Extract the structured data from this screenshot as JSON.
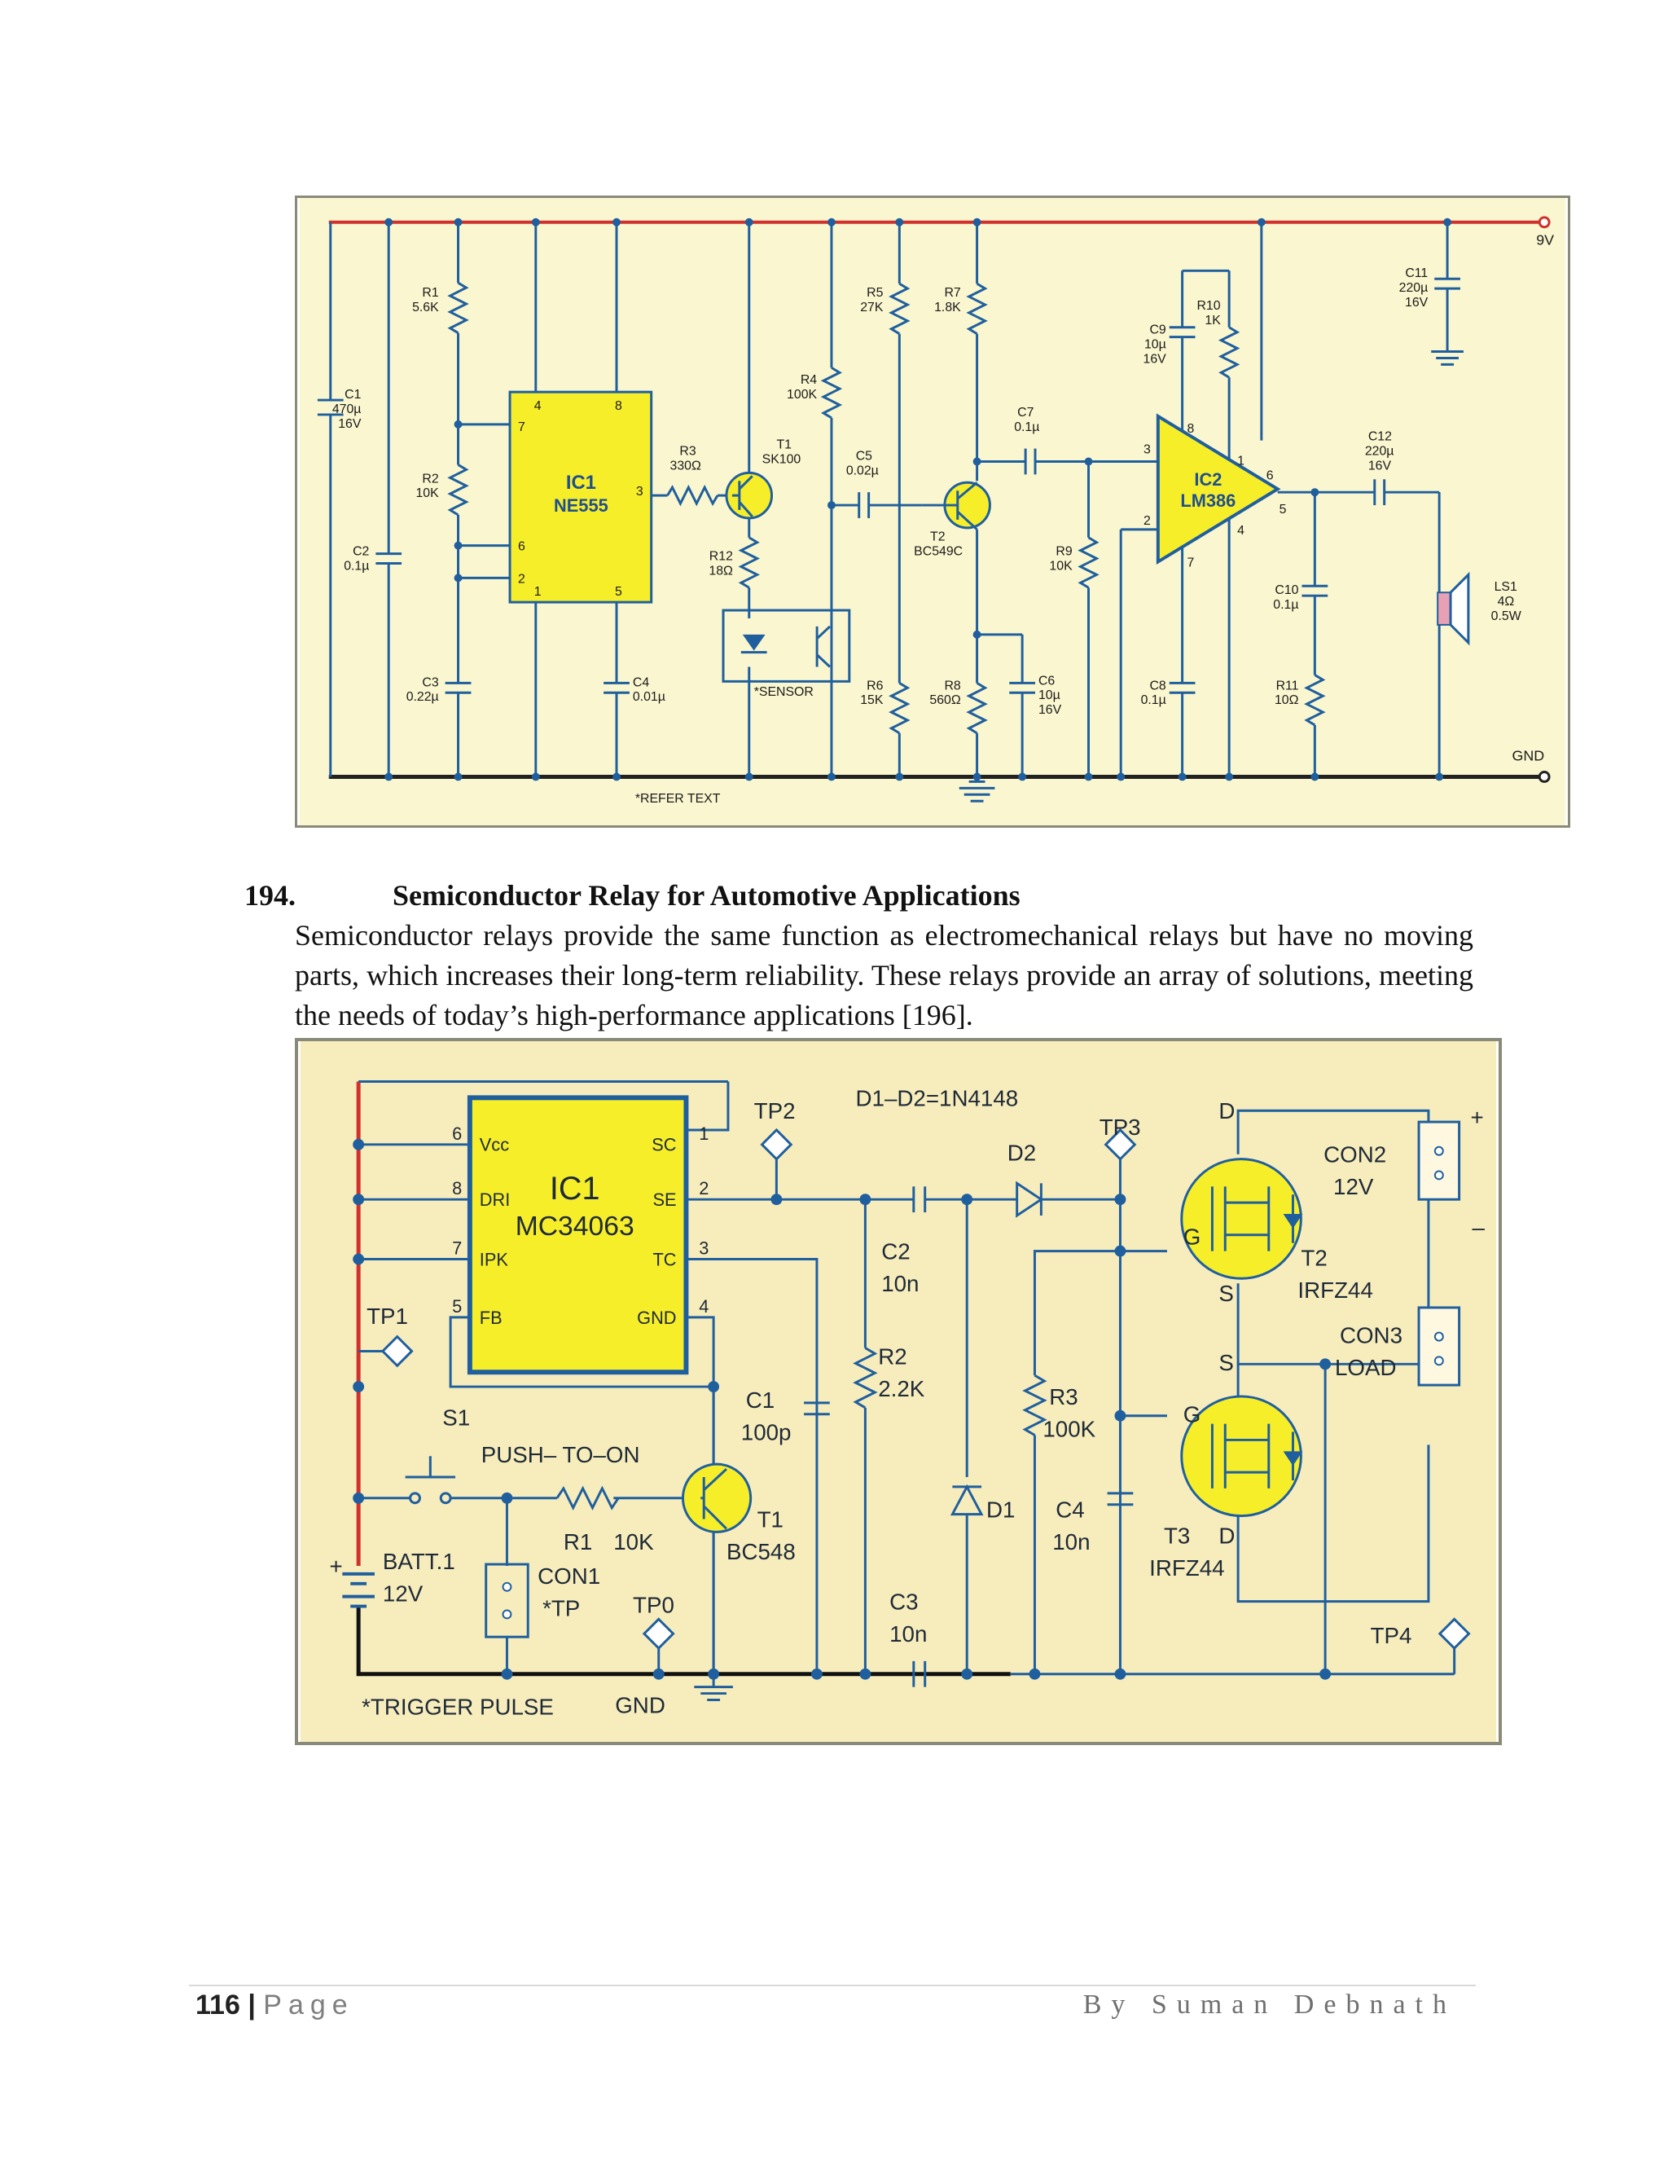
{
  "figure1": {
    "labels": {
      "supply": "9V",
      "ground": "GND",
      "ic1_name": "IC1",
      "ic1_part": "NE555",
      "ic2_name": "IC2",
      "ic2_part": "LM386",
      "c1": [
        "C1",
        "470µ",
        "16V"
      ],
      "c2": [
        "C2",
        "0.1µ"
      ],
      "c3": [
        "C3",
        "0.22µ"
      ],
      "c4": [
        "C4",
        "0.01µ"
      ],
      "c5": [
        "C5",
        "0.02µ"
      ],
      "c6": [
        "C6",
        "10µ",
        "16V"
      ],
      "c7": [
        "C7",
        "0.1µ"
      ],
      "c8": [
        "C8",
        "0.1µ"
      ],
      "c9": [
        "C9",
        "10µ",
        "16V"
      ],
      "c10": [
        "C10",
        "0.1µ"
      ],
      "c11": [
        "C11",
        "220µ",
        "16V"
      ],
      "c12": [
        "C12",
        "220µ",
        "16V"
      ],
      "r1": [
        "R1",
        "5.6K"
      ],
      "r2": [
        "R2",
        "10K"
      ],
      "r3": [
        "R3",
        "330Ω"
      ],
      "r4": [
        "R4",
        "100K"
      ],
      "r5": [
        "R5",
        "27K"
      ],
      "r6": [
        "R6",
        "15K"
      ],
      "r7": [
        "R7",
        "1.8K"
      ],
      "r8": [
        "R8",
        "560Ω"
      ],
      "r9": [
        "R9",
        "10K"
      ],
      "r10": [
        "R10",
        "1K"
      ],
      "r11": [
        "R11",
        "10Ω"
      ],
      "r12": [
        "R12",
        "18Ω"
      ],
      "t1": [
        "T1",
        "SK100"
      ],
      "t2": [
        "T2",
        "BC549C"
      ],
      "ls1": [
        "LS1",
        "4Ω",
        "0.5W"
      ],
      "sensor": "*SENSOR",
      "refer": "*REFER TEXT",
      "ic1_pins": [
        "4",
        "8",
        "7",
        "3",
        "6",
        "2",
        "1",
        "5"
      ],
      "ic2_pins": [
        "8",
        "3",
        "1",
        "6",
        "2",
        "5",
        "4",
        "7"
      ]
    }
  },
  "section": {
    "number": "194.",
    "title": "Semiconductor Relay for Automotive Applications",
    "paragraph": "Semiconductor relays provide the same function as electromechanical relays but have no moving parts, which increases their long-term reliability. These relays provide an array of solutions, meeting the needs of today’s high-performance applications [196]."
  },
  "figure2": {
    "labels": {
      "ic1_name": "IC1",
      "ic1_part": "MC34063",
      "pins_left": [
        "Vcc",
        "DRI",
        "IPK",
        "FB"
      ],
      "pins_left_num": [
        "6",
        "8",
        "7",
        "5"
      ],
      "pins_right": [
        "SC",
        "SE",
        "TC",
        "GND"
      ],
      "pins_right_num": [
        "1",
        "2",
        "3",
        "4"
      ],
      "tp1": "TP1",
      "tp2": "TP2",
      "tp3": "TP3",
      "tp4": "TP4",
      "tp0": "TP0",
      "diodes": "D1–D2=1N4148",
      "d1": "D1",
      "d2": "D2",
      "c1": [
        "C1",
        "100p"
      ],
      "c2": [
        "C2",
        "10n"
      ],
      "c3": [
        "C3",
        "10n"
      ],
      "c4": [
        "C4",
        "10n"
      ],
      "r1": [
        "R1",
        "10K"
      ],
      "r2": [
        "R2",
        "2.2K"
      ],
      "r3": [
        "R3",
        "100K"
      ],
      "s1": "S1",
      "push": "PUSH– TO–ON",
      "t1": [
        "T1",
        "BC548"
      ],
      "t2": [
        "T2",
        "IRFZ44"
      ],
      "t3": [
        "T3",
        "IRFZ44"
      ],
      "batt": [
        "BATT.1",
        "12V"
      ],
      "con1": [
        "CON1",
        "*TP"
      ],
      "con2": [
        "CON2",
        "12V"
      ],
      "con3": [
        "CON3",
        "LOAD"
      ],
      "trigger": "*TRIGGER PULSE",
      "gnd": "GND",
      "d": "D",
      "g": "G",
      "s": "S",
      "plus": "+",
      "minus": "–"
    }
  },
  "footer": {
    "page_number": "116",
    "separator": "|",
    "page_label": "Page",
    "author": "By Suman Debnath"
  },
  "colors": {
    "wire": "#1f5f9e",
    "supply": "#d0312d",
    "panel": "#faf6cf",
    "ic_fill": "#f7ee2a"
  }
}
